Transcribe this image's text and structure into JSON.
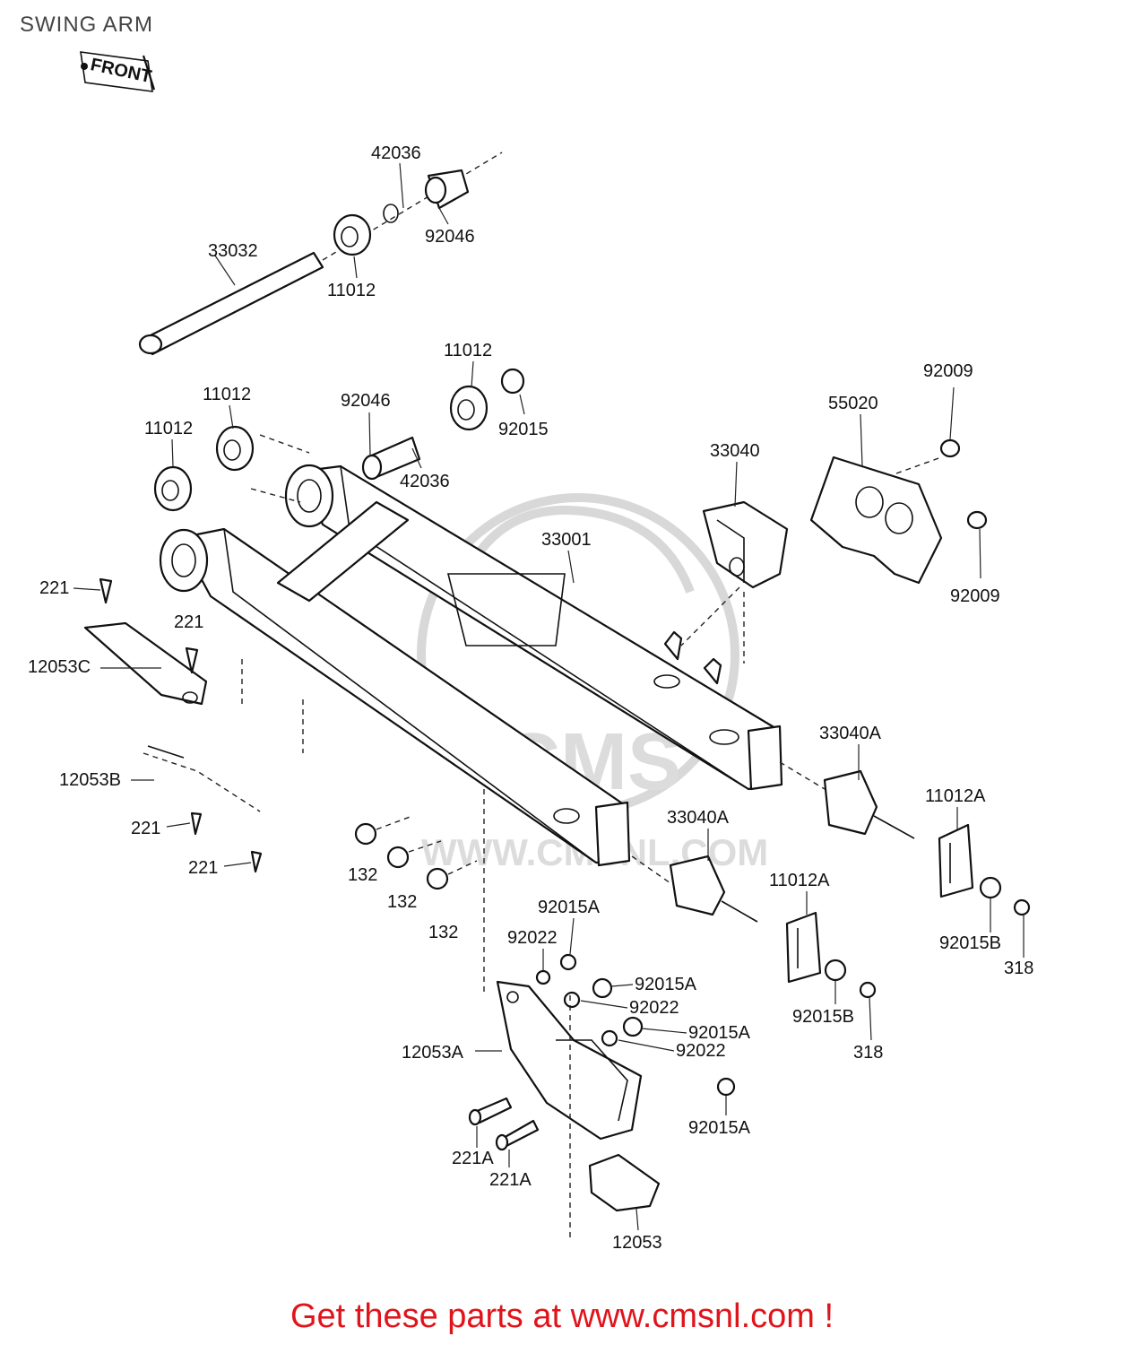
{
  "title": "SWING ARM",
  "front_marker": "FRONT",
  "watermark": {
    "brand": "CMS",
    "url": "WWW.CMSNL.COM"
  },
  "footer": "Get these parts at www.cmsnl.com !",
  "parts": {
    "p42036_top": "42036",
    "p92046_top": "92046",
    "p33032": "33032",
    "p11012_top": "11012",
    "p11012_right": "11012",
    "p11012_midleft": "11012",
    "p11012_left": "11012",
    "p92046_mid": "92046",
    "p92015": "92015",
    "p42036_mid": "42036",
    "p33040": "33040",
    "p55020": "55020",
    "p92009_top": "92009",
    "p92009_bot": "92009",
    "p33001": "33001",
    "p221_a": "221",
    "p221_b": "221",
    "p12053c": "12053C",
    "p12053b": "12053B",
    "p221_c": "221",
    "p221_d": "221",
    "p132_a": "132",
    "p132_b": "132",
    "p132_c": "132",
    "p33040a_right": "33040A",
    "p33040a_left": "33040A",
    "p11012a_right": "11012A",
    "p11012a_left": "11012A",
    "p92015b_right": "92015B",
    "p318_right": "318",
    "p92015b_left": "92015B",
    "p318_left": "318",
    "p92015a_1": "92015A",
    "p92022_1": "92022",
    "p92015a_2": "92015A",
    "p92022_2": "92022",
    "p92015a_3": "92015A",
    "p92022_3": "92022",
    "p92015a_4": "92015A",
    "p12053a": "12053A",
    "p221a_1": "221A",
    "p221a_2": "221A",
    "p12053": "12053"
  }
}
